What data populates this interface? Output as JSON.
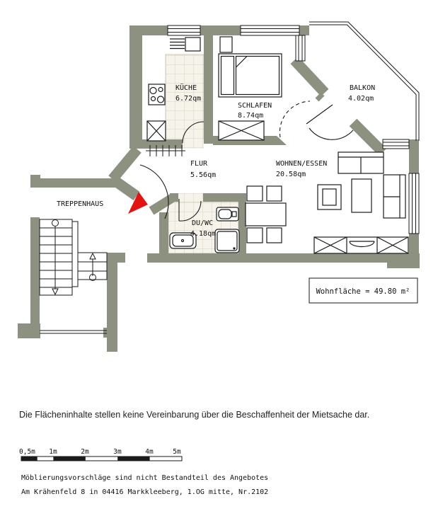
{
  "plan": {
    "rooms": [
      {
        "name": "KÜCHE",
        "area": "6.72qm"
      },
      {
        "name": "SCHLAFEN",
        "area": "8.74qm"
      },
      {
        "name": "BALKON",
        "area": "4.02qm"
      },
      {
        "name": "WOHNEN/ESSEN",
        "area": "20.58qm"
      },
      {
        "name": "FLUR",
        "area": "5.56qm"
      },
      {
        "name": "DU/WC",
        "area": "4.18qm"
      }
    ],
    "staircase_label": "TREPPENHAUS",
    "total_area": "Wohnfläche = 49.80 m²"
  },
  "scale_bar": {
    "labels": [
      "0,5m",
      "1m",
      "2m",
      "3m",
      "4m",
      "5m"
    ]
  },
  "footer": {
    "disclaimer": "Die Flächeninhalte stellen keine Vereinbarung über die Beschaffenheit der Mietsache dar.",
    "note": "Möblierungsvorschläge sind nicht Bestandteil des Angebotes",
    "address": "Am Krähenfeld 8 in 04416 Markkleeberg, 1.OG mitte, Nr.2102"
  },
  "colors": {
    "wall": "#8C9180",
    "entrance_arrow": "#E41311",
    "tile_line": "#D8D4C2"
  }
}
